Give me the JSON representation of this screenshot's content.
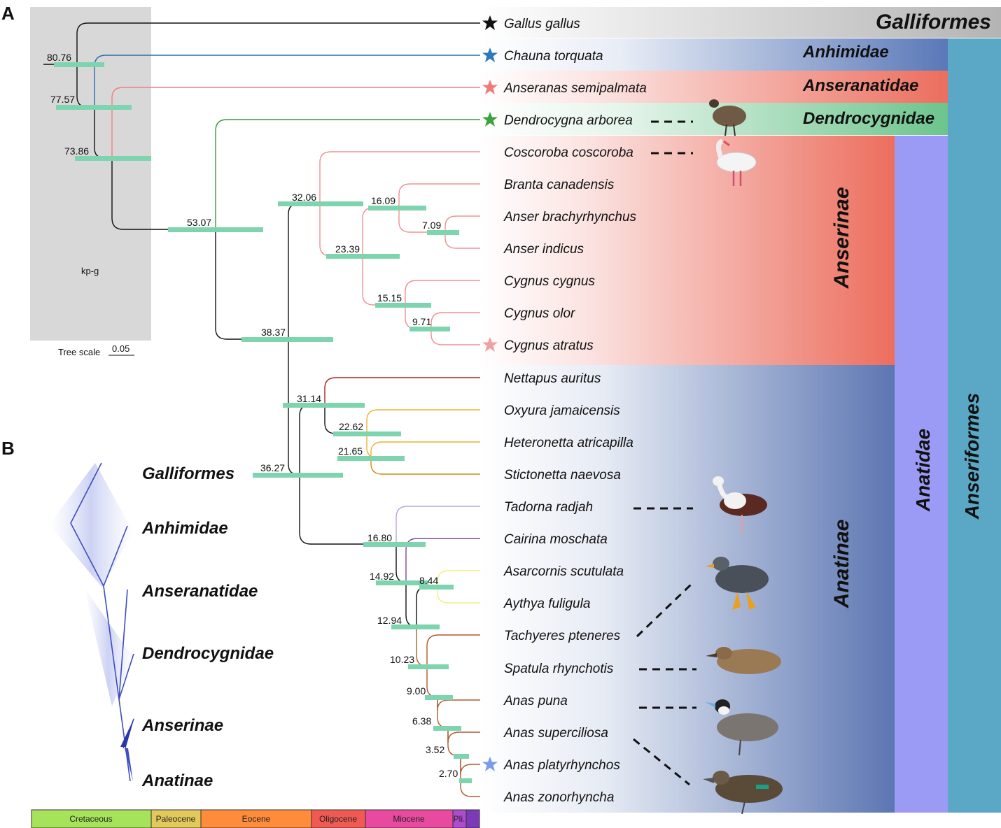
{
  "panels": {
    "a": "A",
    "b": "B"
  },
  "kpg_label": "kp-g",
  "tree_scale": {
    "label": "Tree scale",
    "value": "0.05"
  },
  "taxa": [
    "Gallus gallus",
    "Chauna torquata",
    "Anseranas semipalmata",
    "Dendrocygna arborea",
    "Coscoroba coscoroba",
    "Branta canadensis",
    "Anser brachyrhynchus",
    "Anser indicus",
    "Cygnus cygnus",
    "Cygnus olor",
    "Cygnus atratus",
    "Nettapus auritus",
    "Oxyura jamaicensis",
    "Heteronetta atricapilla",
    "Stictonetta naevosa",
    "Tadorna radjah",
    "Cairina moschata",
    "Asarcornis scutulata",
    "Aythya fuligula",
    "Tachyeres pteneres",
    "Spatula rhynchotis",
    "Anas puna",
    "Anas superciliosa",
    "Anas platyrhynchos",
    "Anas zonorhyncha"
  ],
  "node_ages": [
    "80.76",
    "77.57",
    "73.86",
    "53.07",
    "38.37",
    "32.06",
    "16.09",
    "7.09",
    "23.39",
    "15.15",
    "9.71",
    "36.27",
    "31.14",
    "22.62",
    "21.65",
    "16.80",
    "14.92",
    "8.44",
    "12.94",
    "10.23",
    "9.00",
    "6.38",
    "3.52",
    "2.70"
  ],
  "clades": {
    "galliformes": "Galliformes",
    "anhimidae": "Anhimidae",
    "anseranatidae": "Anseranatidae",
    "dendrocygnidae": "Dendrocygnidae",
    "anserinae": "Anserinae",
    "anatinae": "Anatinae",
    "anatidae": "Anatidae",
    "anseriformes": "Anseriformes"
  },
  "panel_b_clades": [
    "Galliformes",
    "Anhimidae",
    "Anseranatidae",
    "Dendrocygnidae",
    "Anserinae",
    "Anatinae"
  ],
  "eras": [
    {
      "label": "Cretaceous",
      "color": "#a6e35a"
    },
    {
      "label": "Paleocene",
      "color": "#e3c95a"
    },
    {
      "label": "Eocene",
      "color": "#ff8c3a"
    },
    {
      "label": "Oligocene",
      "color": "#f05a52"
    },
    {
      "label": "Miocene",
      "color": "#e84aa0"
    },
    {
      "label": "Pli.",
      "color": "#b04ad0"
    },
    {
      "label": "",
      "color": "#7c3ab8"
    }
  ],
  "colors": {
    "node_bar": "#7fd4b0",
    "galliformes_band": "#bdbdbd",
    "anhimidae_band": "#5a78b8",
    "anseranatidae_band": "#ec6e5e",
    "dendrocygnidae_band": "#6cc48c",
    "anatidae_bar": "#9b9bf5",
    "anseriformes_bar": "#5ba8c6",
    "star_gallus": "#111111",
    "star_chauna": "#2a78c0",
    "star_anseranas": "#f07a76",
    "star_dendrocygna": "#3aa43a",
    "star_cygnus": "#f0a0a0",
    "star_anas": "#7c9ce8"
  }
}
